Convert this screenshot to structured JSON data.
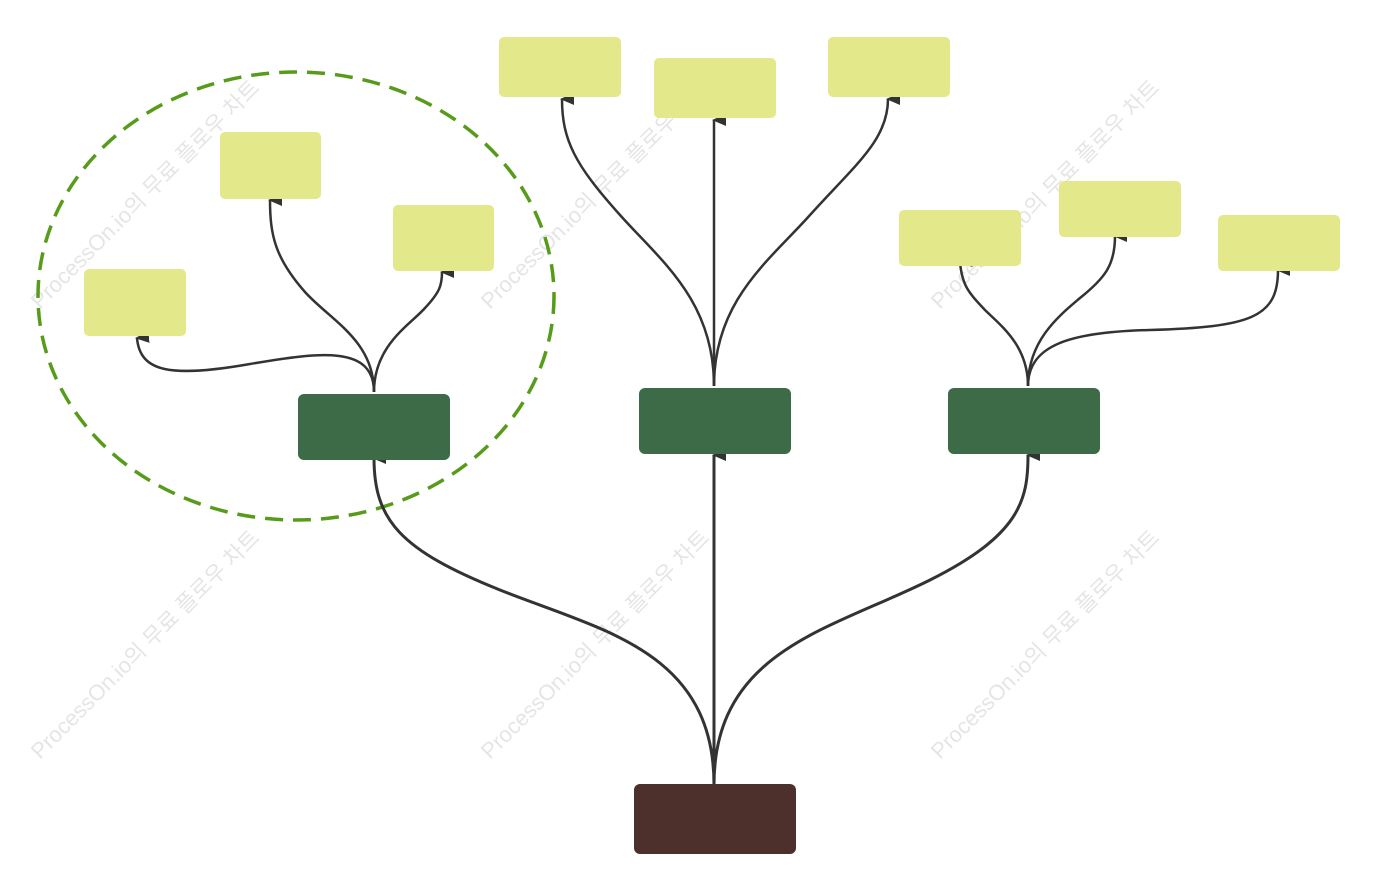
{
  "watermark": {
    "text": "ProcessOn.io의 무료 플로우 차트"
  },
  "colors": {
    "root": "#4d2f2c",
    "branch": "#3d6b48",
    "leaf": "#e3e98b",
    "connector": "#333333",
    "group_outline": "#579b1a"
  },
  "nodes": [
    {
      "id": "root",
      "level": "root",
      "label": ""
    },
    {
      "id": "branch-left",
      "level": "branch",
      "label": ""
    },
    {
      "id": "branch-center",
      "level": "branch",
      "label": ""
    },
    {
      "id": "branch-right",
      "level": "branch",
      "label": ""
    },
    {
      "id": "leaf-left-1",
      "level": "leaf",
      "parent": "branch-left",
      "label": ""
    },
    {
      "id": "leaf-left-2",
      "level": "leaf",
      "parent": "branch-left",
      "label": ""
    },
    {
      "id": "leaf-left-3",
      "level": "leaf",
      "parent": "branch-left",
      "label": ""
    },
    {
      "id": "leaf-center-1",
      "level": "leaf",
      "parent": "branch-center",
      "label": ""
    },
    {
      "id": "leaf-center-2",
      "level": "leaf",
      "parent": "branch-center",
      "label": ""
    },
    {
      "id": "leaf-center-3",
      "level": "leaf",
      "parent": "branch-center",
      "label": ""
    },
    {
      "id": "leaf-right-1",
      "level": "leaf",
      "parent": "branch-right",
      "label": ""
    },
    {
      "id": "leaf-right-2",
      "level": "leaf",
      "parent": "branch-right",
      "label": ""
    },
    {
      "id": "leaf-right-3",
      "level": "leaf",
      "parent": "branch-right",
      "label": ""
    }
  ]
}
